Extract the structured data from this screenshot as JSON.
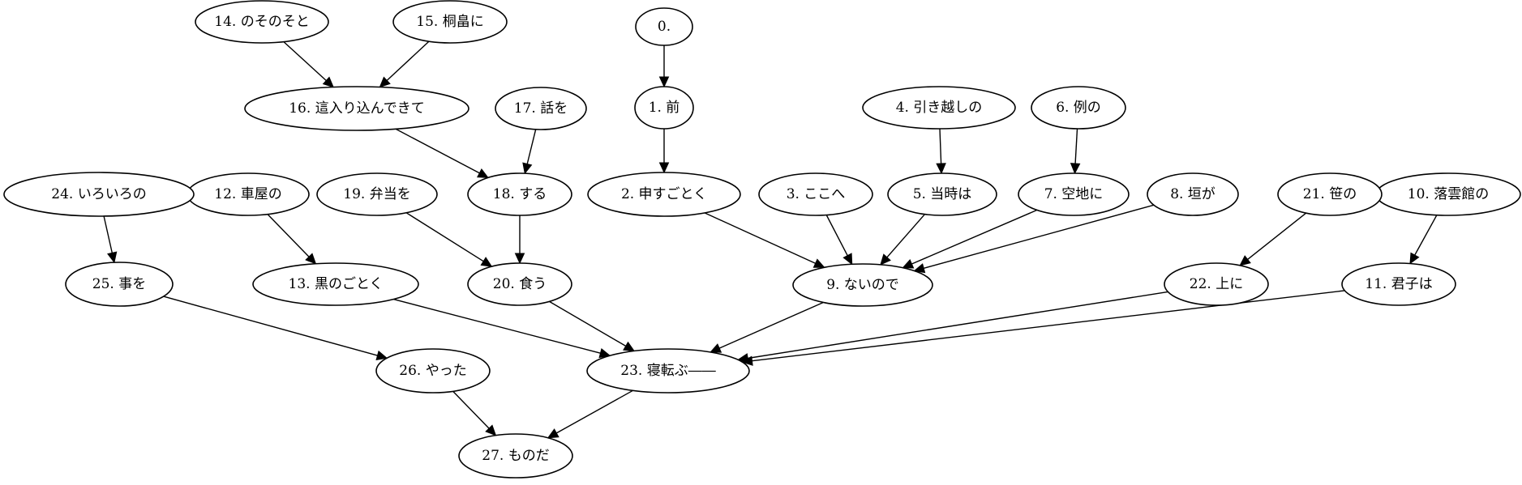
{
  "diagram": {
    "nodes": [
      {
        "id": "n0",
        "label": "0."
      },
      {
        "id": "n1",
        "label": "1. 前"
      },
      {
        "id": "n2",
        "label": "2. 申すごとく"
      },
      {
        "id": "n3",
        "label": "3. ここへ"
      },
      {
        "id": "n4",
        "label": "4. 引き越しの"
      },
      {
        "id": "n5",
        "label": "5. 当時は"
      },
      {
        "id": "n6",
        "label": "6. 例の"
      },
      {
        "id": "n7",
        "label": "7. 空地に"
      },
      {
        "id": "n8",
        "label": "8. 垣が"
      },
      {
        "id": "n9",
        "label": "9. ないので"
      },
      {
        "id": "n10",
        "label": "10. 落雲館の"
      },
      {
        "id": "n11",
        "label": "11. 君子は"
      },
      {
        "id": "n12",
        "label": "12. 車屋の"
      },
      {
        "id": "n13",
        "label": "13. 黒のごとく"
      },
      {
        "id": "n14",
        "label": "14. のそのそと"
      },
      {
        "id": "n15",
        "label": "15. 桐畠に"
      },
      {
        "id": "n16",
        "label": "16. 這入り込んできて"
      },
      {
        "id": "n17",
        "label": "17. 話を"
      },
      {
        "id": "n18",
        "label": "18. する"
      },
      {
        "id": "n19",
        "label": "19. 弁当を"
      },
      {
        "id": "n20",
        "label": "20. 食う"
      },
      {
        "id": "n21",
        "label": "21. 笹の"
      },
      {
        "id": "n22",
        "label": "22. 上に"
      },
      {
        "id": "n23",
        "label": "23. 寝転ぶ――"
      },
      {
        "id": "n24",
        "label": "24. いろいろの"
      },
      {
        "id": "n25",
        "label": "25. 事を"
      },
      {
        "id": "n26",
        "label": "26. やった"
      },
      {
        "id": "n27",
        "label": "27. ものだ"
      }
    ],
    "edges": [
      {
        "from": "n0",
        "to": "n1"
      },
      {
        "from": "n1",
        "to": "n2"
      },
      {
        "from": "n2",
        "to": "n9"
      },
      {
        "from": "n3",
        "to": "n9"
      },
      {
        "from": "n4",
        "to": "n5"
      },
      {
        "from": "n5",
        "to": "n9"
      },
      {
        "from": "n6",
        "to": "n7"
      },
      {
        "from": "n7",
        "to": "n9"
      },
      {
        "from": "n8",
        "to": "n9"
      },
      {
        "from": "n10",
        "to": "n11"
      },
      {
        "from": "n11",
        "to": "n23"
      },
      {
        "from": "n12",
        "to": "n13"
      },
      {
        "from": "n13",
        "to": "n23"
      },
      {
        "from": "n14",
        "to": "n16"
      },
      {
        "from": "n15",
        "to": "n16"
      },
      {
        "from": "n16",
        "to": "n18"
      },
      {
        "from": "n17",
        "to": "n18"
      },
      {
        "from": "n18",
        "to": "n20"
      },
      {
        "from": "n19",
        "to": "n20"
      },
      {
        "from": "n20",
        "to": "n23"
      },
      {
        "from": "n9",
        "to": "n23"
      },
      {
        "from": "n21",
        "to": "n22"
      },
      {
        "from": "n22",
        "to": "n23"
      },
      {
        "from": "n24",
        "to": "n25"
      },
      {
        "from": "n25",
        "to": "n26"
      },
      {
        "from": "n26",
        "to": "n27"
      },
      {
        "from": "n23",
        "to": "n27"
      }
    ]
  }
}
